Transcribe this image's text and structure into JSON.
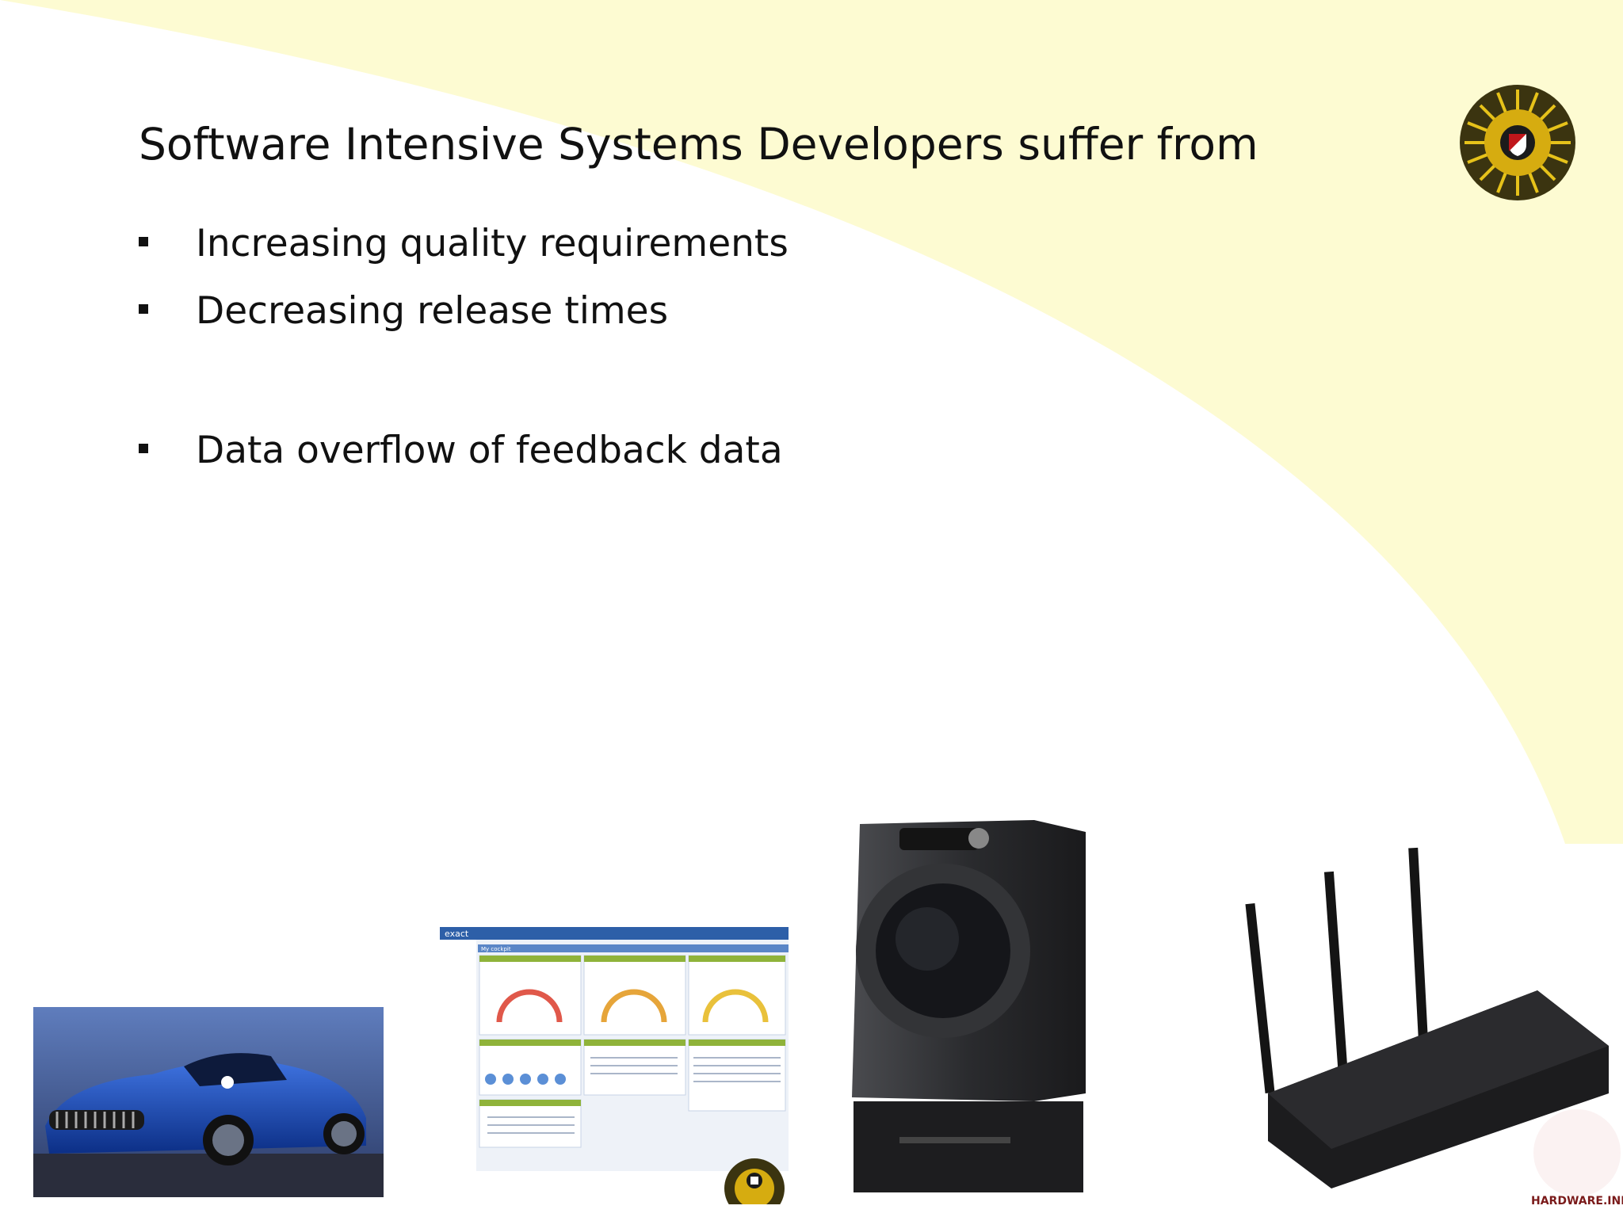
{
  "slide": {
    "title": "Software Intensive Systems Developers suffer from",
    "bullets": [
      "Increasing quality requirements",
      "Decreasing release times",
      "Data overflow of feedback data"
    ]
  },
  "images": {
    "car": "sports-car-photo",
    "dashboard": {
      "brand": "exact",
      "heading": "My cockpit"
    },
    "washer": "washing-machine-photo",
    "router": "wireless-router-photo",
    "router_watermark": "HARDWARE.INFO"
  },
  "colors": {
    "accent_yellow": "#fdfbd2",
    "seal_gold": "#c9a10a"
  }
}
